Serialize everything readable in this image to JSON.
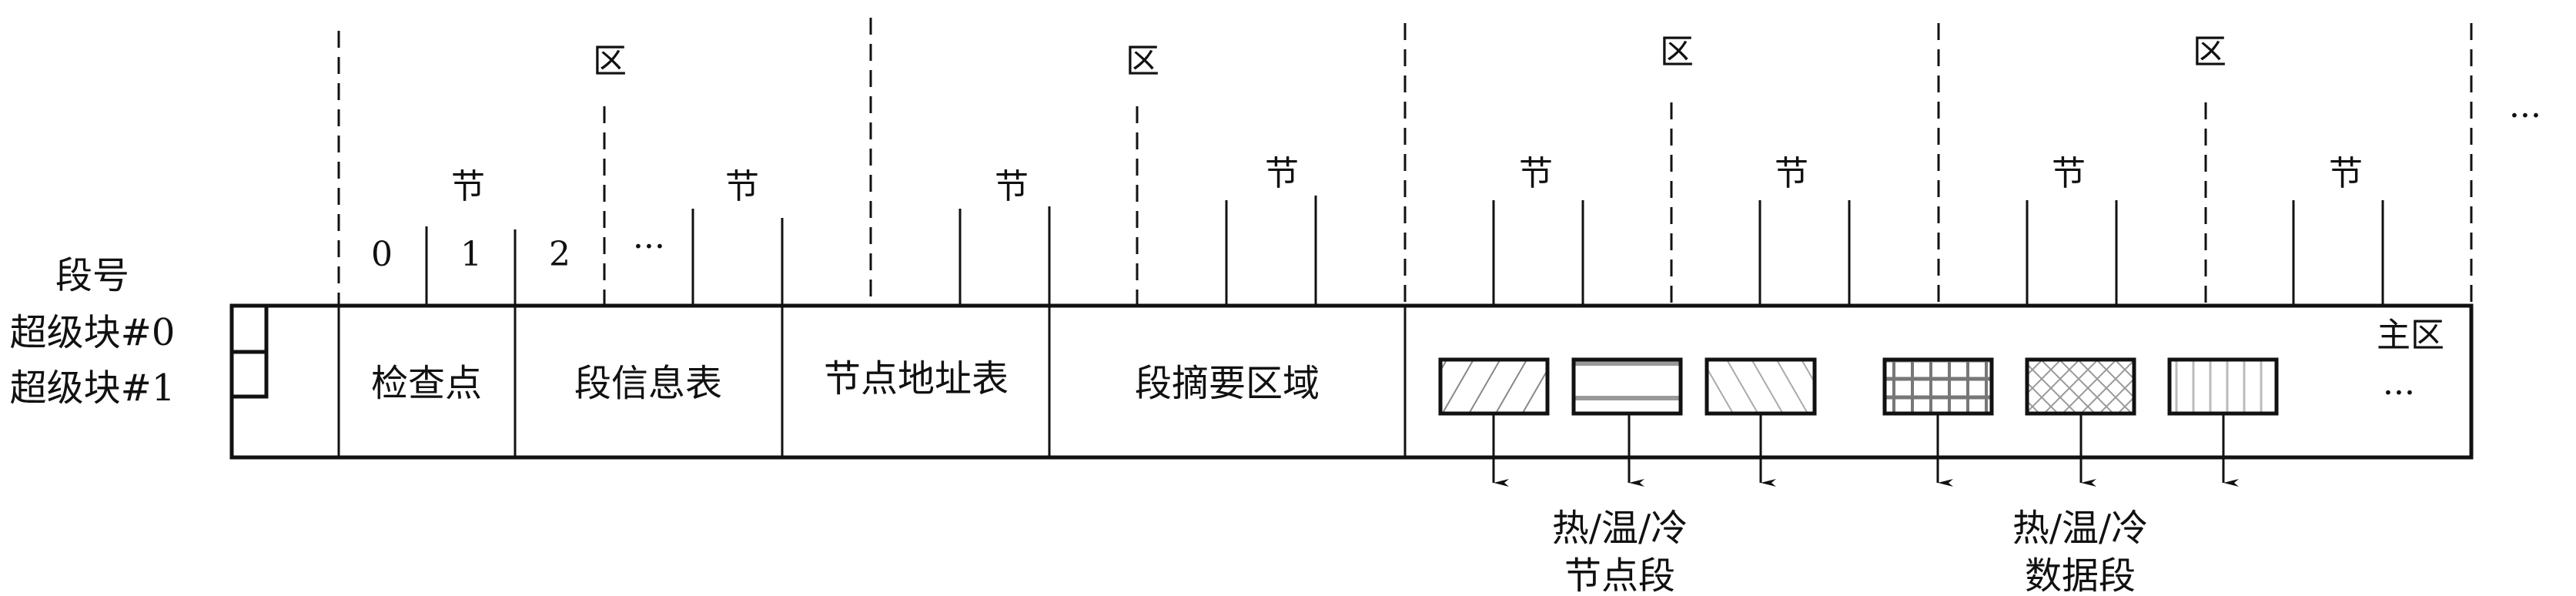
{
  "labels": {
    "segment_number": "段号",
    "superblock0": "超级块#0",
    "superblock1": "超级块#1",
    "zone": "区",
    "section": "节",
    "digits": [
      "0",
      "1",
      "2"
    ],
    "ellipsis": "···",
    "checkpoint": "检查点",
    "sit": "段信息表",
    "nat": "节点地址表",
    "ssa": "段摘要区域",
    "main_area": "主区",
    "node_caption_line1": "热/温/冷",
    "node_caption_line2": "节点段",
    "data_caption_line1": "热/温/冷",
    "data_caption_line2": "数据段"
  },
  "segment_patterns": [
    "diagonal-forward",
    "horizontal",
    "diagonal-back",
    "grid",
    "diamond",
    "vertical"
  ]
}
